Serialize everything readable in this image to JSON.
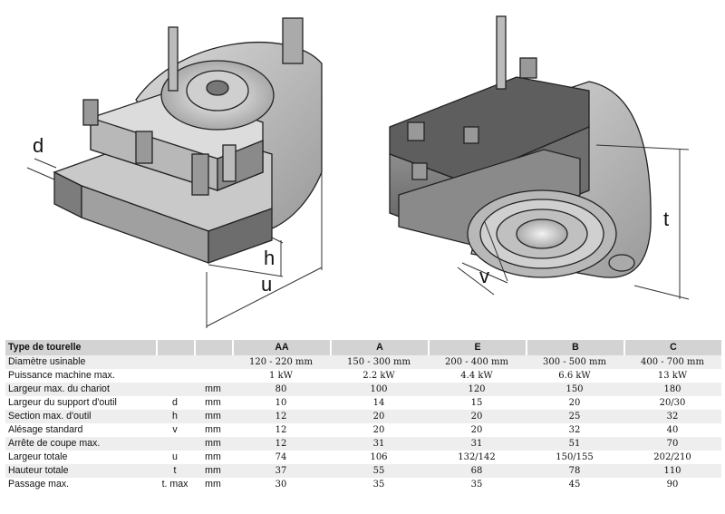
{
  "figure": {
    "dimension_labels": {
      "d": "d",
      "h": "h",
      "u": "u",
      "v": "v",
      "t": "t"
    }
  },
  "table": {
    "headers": [
      "Type de tourelle",
      "",
      "",
      "AA",
      "A",
      "E",
      "B",
      "C"
    ],
    "rows": [
      {
        "param": "Diamètre usinable",
        "sym": "",
        "unit": "",
        "values": [
          "120 - 220 mm",
          "150 - 300 mm",
          "200 - 400 mm",
          "300 - 500 mm",
          "400 - 700 mm"
        ]
      },
      {
        "param": "Puissance machine max.",
        "sym": "",
        "unit": "",
        "values": [
          "1 kW",
          "2.2 kW",
          "4.4 kW",
          "6.6 kW",
          "13 kW"
        ]
      },
      {
        "param": "Largeur max. du chariot",
        "sym": "",
        "unit": "mm",
        "values": [
          "80",
          "100",
          "120",
          "150",
          "180"
        ]
      },
      {
        "param": "Largeur du support d'outil",
        "sym": "d",
        "unit": "mm",
        "values": [
          "10",
          "14",
          "15",
          "20",
          "20/30"
        ]
      },
      {
        "param": "Section max. d'outil",
        "sym": "h",
        "unit": "mm",
        "values": [
          "12",
          "20",
          "20",
          "25",
          "32"
        ]
      },
      {
        "param": "Alésage standard",
        "sym": "v",
        "unit": "mm",
        "values": [
          "12",
          "20",
          "20",
          "32",
          "40"
        ]
      },
      {
        "param": "Arrête de coupe max.",
        "sym": "",
        "unit": "mm",
        "values": [
          "12",
          "31",
          "31",
          "51",
          "70"
        ]
      },
      {
        "param": "Largeur totale",
        "sym": "u",
        "unit": "mm",
        "values": [
          "74",
          "106",
          "132/142",
          "150/155",
          "202/210"
        ]
      },
      {
        "param": "Hauteur totale",
        "sym": "t",
        "unit": "mm",
        "values": [
          "37",
          "55",
          "68",
          "78",
          "110"
        ]
      },
      {
        "param": "Passage max.",
        "sym": "t. max",
        "unit": "mm",
        "values": [
          "30",
          "35",
          "35",
          "45",
          "90"
        ]
      }
    ]
  }
}
